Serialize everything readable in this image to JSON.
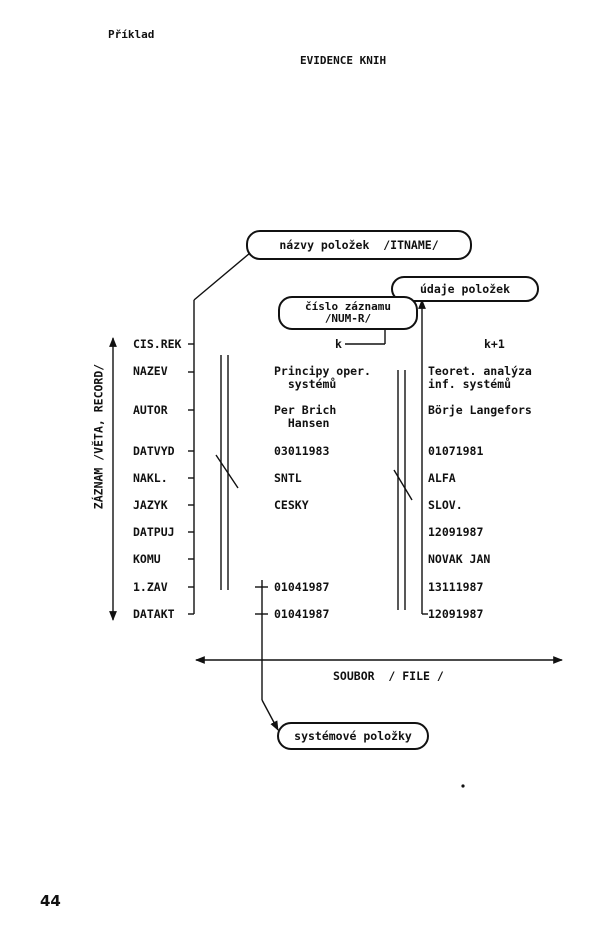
{
  "header": {
    "label": "Příklad",
    "title": "EVIDENCE KNIH"
  },
  "callouts": {
    "item_names": "názvy položek  /ITNAME/",
    "item_values": "údaje položek",
    "record_number": "číslo záznamu\n/NUM-R/",
    "system_items": "systémové položky"
  },
  "columns": {
    "k": "k",
    "k_plus_1": "k+1"
  },
  "axes": {
    "vertical_label": "ZÁZNAM /VĚTA, RECORD/",
    "horizontal_label": "SOUBOR  / FILE /"
  },
  "rows": [
    {
      "field": "CIS.REK",
      "k": "",
      "k1": ""
    },
    {
      "field": "NAZEV",
      "k": "Principy oper.\n  systémů",
      "k1": "Teoret. analýza\ninf. systémů"
    },
    {
      "field": "AUTOR",
      "k": "Per Brich\n  Hansen",
      "k1": "Börje Langefors"
    },
    {
      "field": "DATVYD",
      "k": "03011983",
      "k1": "01071981"
    },
    {
      "field": "NAKL.",
      "k": "SNTL",
      "k1": "ALFA"
    },
    {
      "field": "JAZYK",
      "k": "CESKY",
      "k1": "SLOV."
    },
    {
      "field": "DATPUJ",
      "k": "",
      "k1": "12091987"
    },
    {
      "field": "KOMU",
      "k": "",
      "k1": "NOVAK JAN"
    },
    {
      "field": "1.ZAV",
      "k": "01041987",
      "k1": "13111987"
    },
    {
      "field": "DATAKT",
      "k": "01041987",
      "k1": "12091987"
    }
  ],
  "page": {
    "number": "44"
  }
}
